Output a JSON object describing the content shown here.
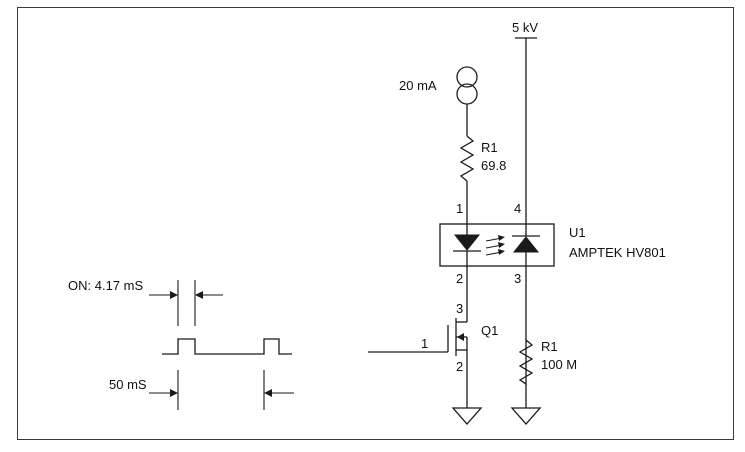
{
  "diagram": {
    "supply_label": "5 kV",
    "current_source_label": "20 mA",
    "r_top": {
      "ref": "R1",
      "value": "69.8"
    },
    "u1": {
      "ref": "U1",
      "part": "AMPTEK HV801",
      "pin1": "1",
      "pin2": "2",
      "pin3": "3",
      "pin4": "4"
    },
    "q1": {
      "ref": "Q1",
      "gate_pin": "1",
      "drain_pin": "3",
      "source_pin": "2"
    },
    "r_bottom": {
      "ref": "R1",
      "value": "100 M"
    },
    "timing": {
      "on_label": "ON: 4.17 mS",
      "period_label": "50 mS"
    }
  }
}
